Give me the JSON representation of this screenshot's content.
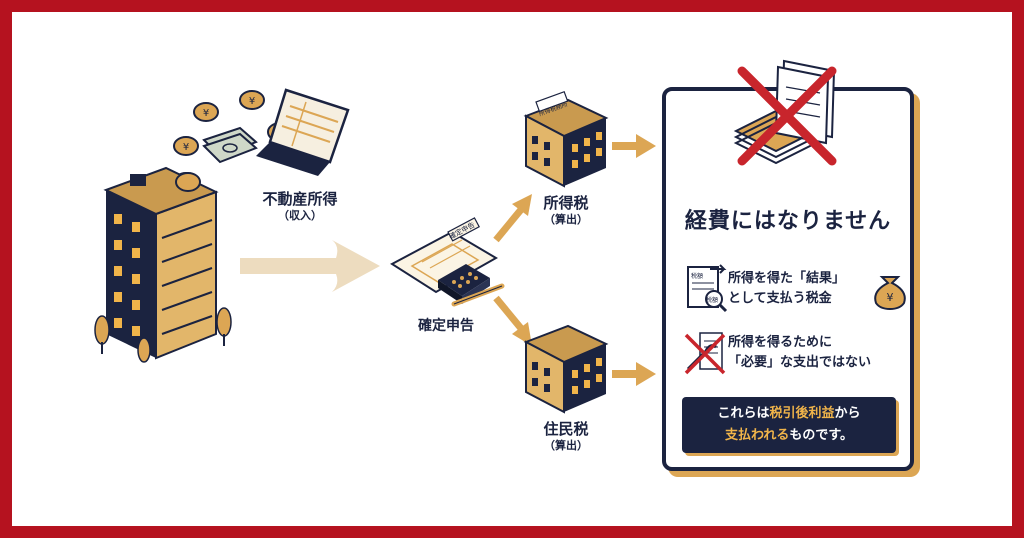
{
  "colors": {
    "frame": "#b5121f",
    "navy": "#1b2340",
    "gold": "#dca654",
    "highlight": "#f0b44a",
    "cross": "#c8252c"
  },
  "income": {
    "title": "不動産所得",
    "sub": "（収入）"
  },
  "filing": {
    "title": "確定申告",
    "form_text": "確定申告"
  },
  "tax_office_sign": "所得税務所",
  "income_tax": {
    "title": "所得税",
    "sub": "（算出）"
  },
  "resident_tax": {
    "title": "住民税",
    "sub": "（算出）"
  },
  "card": {
    "title": "経費にはなりません",
    "reason1": {
      "line1": "所得を得た「結果」",
      "line2": "として支払う税金",
      "doc_label1": "税額",
      "doc_label2": "税額"
    },
    "reason2": {
      "line1": "所得を得るために",
      "line2": "「必要」な支出ではない"
    },
    "banner": {
      "line1_a": "これらは",
      "line1_b": "税引後利益",
      "line1_c": "から",
      "line2_a": "支払われる",
      "line2_b": "ものです。"
    }
  },
  "icons": [
    "building-icon",
    "coin-icon",
    "banknote-icon",
    "laptop-icon",
    "tax-form-icon",
    "calculator-icon",
    "pen-icon",
    "tax-office-icon",
    "document-cross-icon",
    "money-bag-icon",
    "magnifier-icon",
    "wrench-icon"
  ]
}
